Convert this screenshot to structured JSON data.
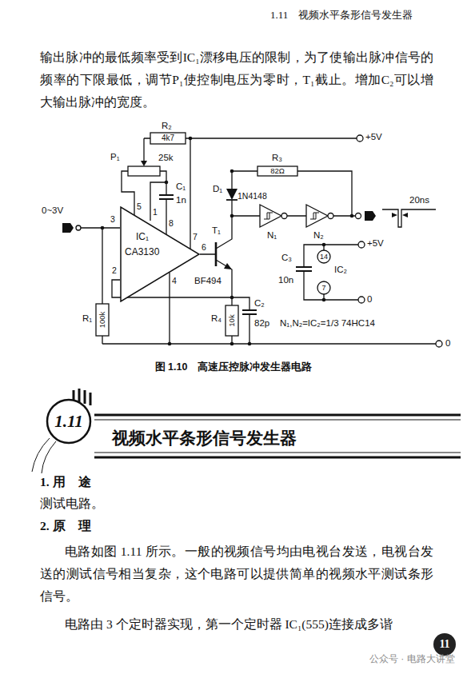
{
  "diagram": {
    "title": "视频水平条形信号发生器",
    "caption": "图 1.10　高速压控脉冲发生器电路",
    "nodes": [
      {
        "text": [
          "IC₁",
          "CA3130"
        ]
      },
      {
        "text": [
          "1.11"
        ]
      }
    ],
    "labels": [
      "1.11　视频水平条形信号发生器",
      "输出脉冲的最低频率受到IC₁漂移电压的限制，为了使输出脉冲信号的频率的下限最低，调节P₁使控制电压为零时，T₁截止。增加C₂可以增大输出脉冲的宽度。",
      "R₂",
      "4k7",
      "+5V",
      "P₁",
      "25k",
      "C₁",
      "1n",
      "5",
      "1",
      "8",
      "7",
      "0~3V",
      "3",
      "2",
      "6",
      "4",
      "T₁",
      "BF494",
      "D₁",
      "1N4148",
      "R₃",
      "82Ω",
      "N₁",
      "N₂",
      "20ns",
      "+5V",
      "C₃",
      "10n",
      "14",
      "IC₂",
      "7",
      "0",
      "R₁",
      "100k",
      "R₄",
      "10k",
      "C₂",
      "82p",
      "N₁,N₂=IC₂=1/3 74HC14",
      "0",
      "1. 用　途",
      "测试电路。",
      "2. 原　理",
      "电路如图 1.11 所示。一般的视频信号均由电视台发送，电视台发送的测试信号相当复杂，这个电路可以提供简单的视频水平测试条形信号。",
      "电路由 3 个定时器实现，第一个定时器 IC₁(555)连接成多谐",
      "11",
      "公众号 · 电路大讲堂"
    ]
  }
}
